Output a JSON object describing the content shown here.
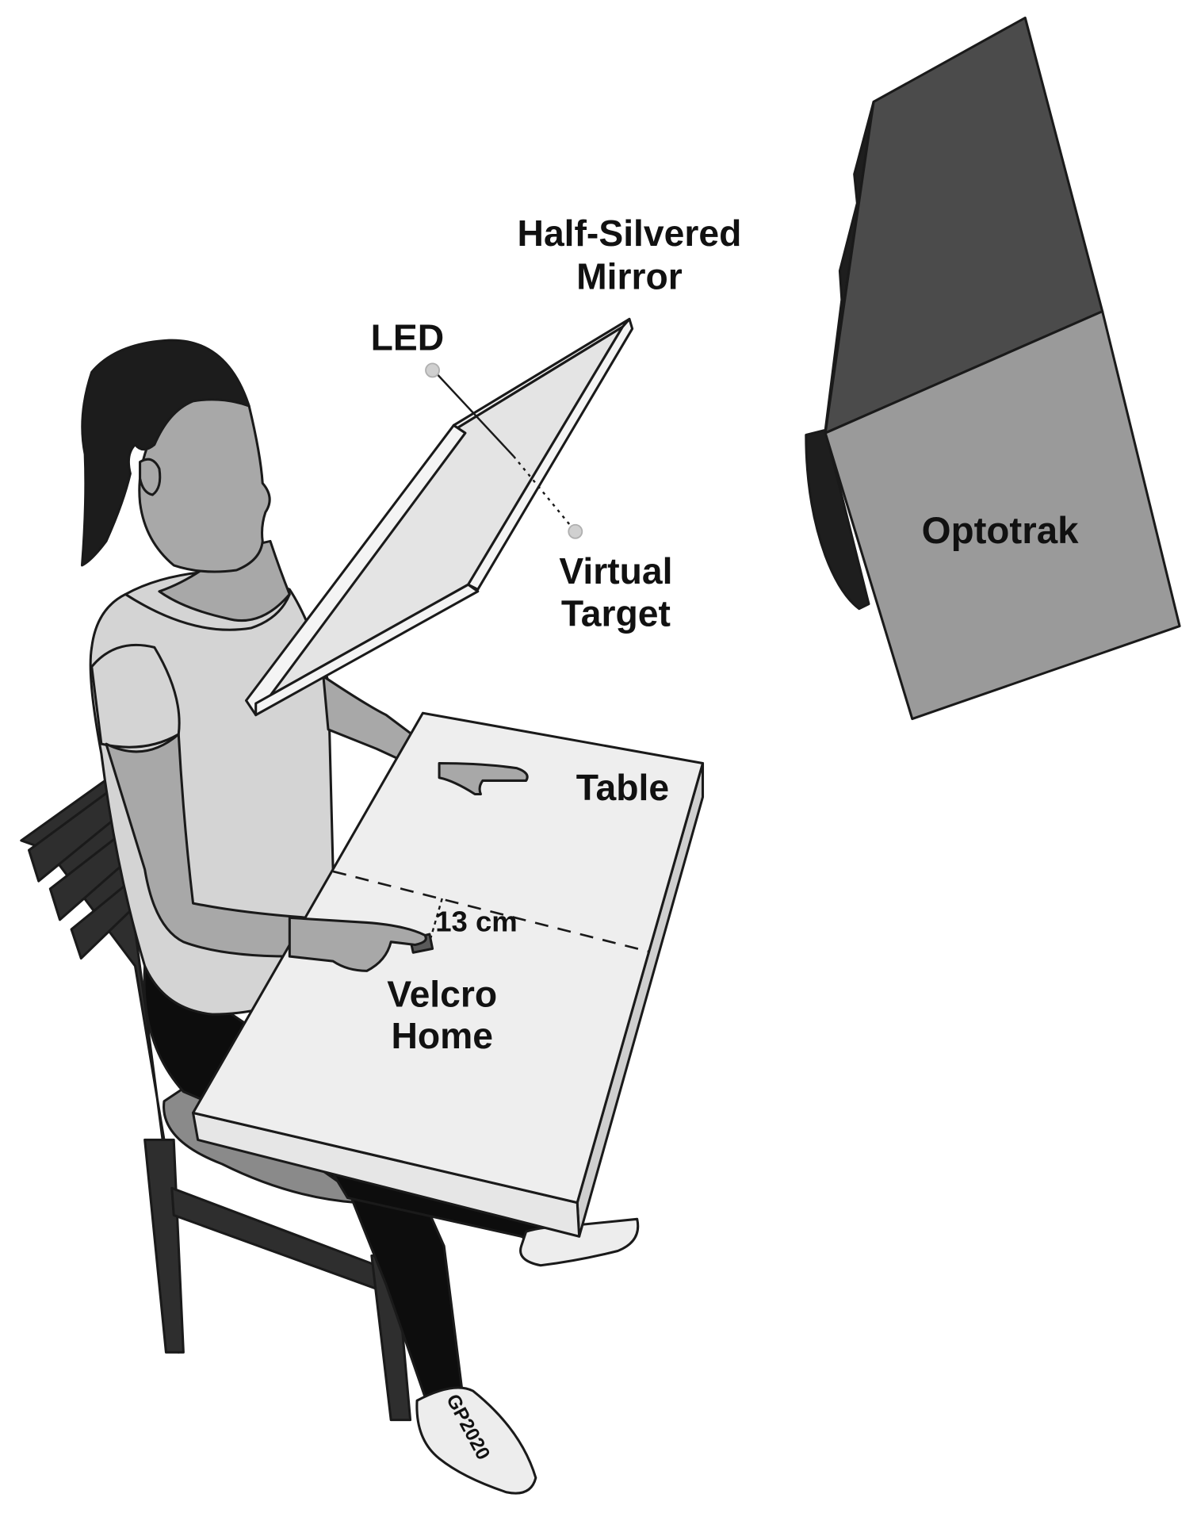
{
  "labels": {
    "mirror_line1": "Half-Silvered",
    "mirror_line2": "Mirror",
    "led": "LED",
    "virtual_target_line1": "Virtual",
    "virtual_target_line2": "Target",
    "optotrak": "Optotrak",
    "table": "Table",
    "distance": "13 cm",
    "velcro_line1": "Velcro",
    "velcro_line2": "Home",
    "signature": "GP2020"
  },
  "colors": {
    "background": "#ffffff",
    "outline": "#1a1a1a",
    "hair": "#1c1c1c",
    "skin": "#a8a8a8",
    "shirt": "#d4d4d4",
    "pants": "#0d0d0d",
    "shoe": "#ededed",
    "chair": "#2e2e2e",
    "seat": "#8a8a8a",
    "table_top": "#eeeeee",
    "table_edge": "#cfcfcf",
    "mirror_frame": "#f2f2f2",
    "mirror_glass": "#e4e4e4",
    "optotrak_top": "#4b4b4b",
    "optotrak_front": "#9a9a9a",
    "optotrak_side": "#1e1e1e",
    "marker": "#d0d0d0"
  },
  "icons": [
    "person-figure",
    "chair-icon",
    "table-icon",
    "mirror-icon",
    "camera-icon"
  ]
}
